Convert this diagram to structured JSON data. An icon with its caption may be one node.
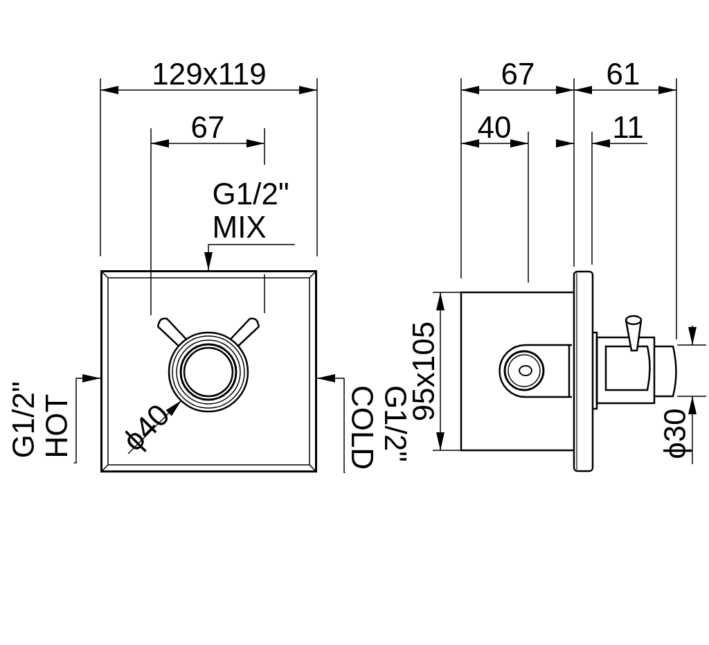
{
  "diagram": {
    "nodes": [
      {
        "text": [
          "G1/2\"",
          "MIX"
        ]
      },
      {
        "text": [
          "G1/2\"",
          "HOT"
        ]
      },
      {
        "text": [],
        "shape": "picture"
      },
      {
        "text": [
          "G1/2\"",
          "COLD"
        ]
      }
    ],
    "edges": [
      {
        "from": 0,
        "to": 2,
        "arrow": "to"
      },
      {
        "from": 1,
        "to": 2,
        "arrow": "to"
      },
      {
        "from": 3,
        "to": 2,
        "arrow": "to"
      }
    ],
    "labels": [
      "129x119",
      "67",
      "61",
      "67",
      "40",
      "11",
      "95x105",
      "ϕ40",
      "ϕ30"
    ]
  }
}
